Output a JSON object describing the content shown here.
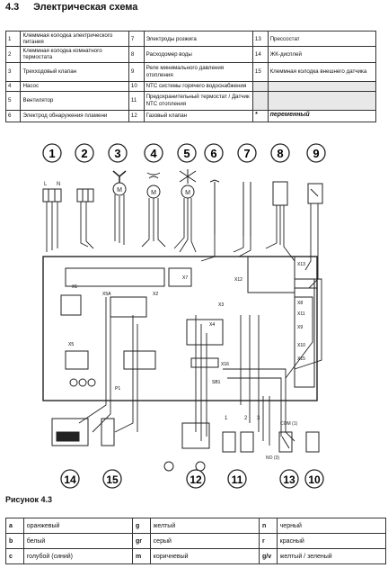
{
  "section": {
    "number": "4.3",
    "title": "Электрическая схема"
  },
  "legend": [
    [
      {
        "n": "1",
        "t": "Клеммная колодка электрического питания"
      },
      {
        "n": "7",
        "t": "Электроды розжига"
      },
      {
        "n": "13",
        "t": "Прессостат"
      }
    ],
    [
      {
        "n": "2",
        "t": "Клеммная колодка комнатного термостата"
      },
      {
        "n": "8",
        "t": "Расходомер воды"
      },
      {
        "n": "14",
        "t": "ЖК-дисплей"
      }
    ],
    [
      {
        "n": "3",
        "t": "Трехходовый клапан"
      },
      {
        "n": "9",
        "t": "Реле минимального давления отопления"
      },
      {
        "n": "15",
        "t": "Клеммная колодка внешнего датчика"
      }
    ],
    [
      {
        "n": "4",
        "t": "Насос"
      },
      {
        "n": "10",
        "t": "NTC системы горячего водоснабжения"
      },
      {
        "n": "",
        "t": ""
      }
    ],
    [
      {
        "n": "5",
        "t": "Вентилятор"
      },
      {
        "n": "11",
        "t": "Предохранительный термостат / Датчик NTC отопления"
      },
      {
        "n": "",
        "t": ""
      }
    ],
    [
      {
        "n": "6",
        "t": "Электрод обнаружения пламени"
      },
      {
        "n": "12",
        "t": "Газовый клапан"
      },
      {
        "n": "*",
        "t": "переменный"
      }
    ]
  ],
  "diagram": {
    "top_labels": [
      "1",
      "2",
      "3",
      "4",
      "5",
      "6",
      "7",
      "8",
      "9"
    ],
    "bottom_labels": [
      "14",
      "15",
      "12",
      "11",
      "13",
      "10"
    ],
    "connector_labels": [
      "X1",
      "X5A",
      "X2",
      "X3",
      "X4",
      "X7",
      "X12",
      "X13",
      "X5",
      "X8",
      "X10",
      "X11",
      "X9",
      "X16",
      "X15",
      "P1",
      "SB1"
    ],
    "small_text": [
      "L",
      "N",
      "COM (1)",
      "NO (3)",
      "1",
      "2",
      "3"
    ]
  },
  "figure_caption": "Рисунок 4.3",
  "colors": [
    [
      {
        "k": "a",
        "v": "оранжевый"
      },
      {
        "k": "g",
        "v": "желтый"
      },
      {
        "k": "n",
        "v": "черный"
      }
    ],
    [
      {
        "k": "b",
        "v": "белый"
      },
      {
        "k": "gr",
        "v": "серый"
      },
      {
        "k": "r",
        "v": "красный"
      }
    ],
    [
      {
        "k": "c",
        "v": "голубой (синий)"
      },
      {
        "k": "m",
        "v": "коричневый"
      },
      {
        "k": "g/v",
        "v": "желтый / зеленый"
      }
    ]
  ]
}
